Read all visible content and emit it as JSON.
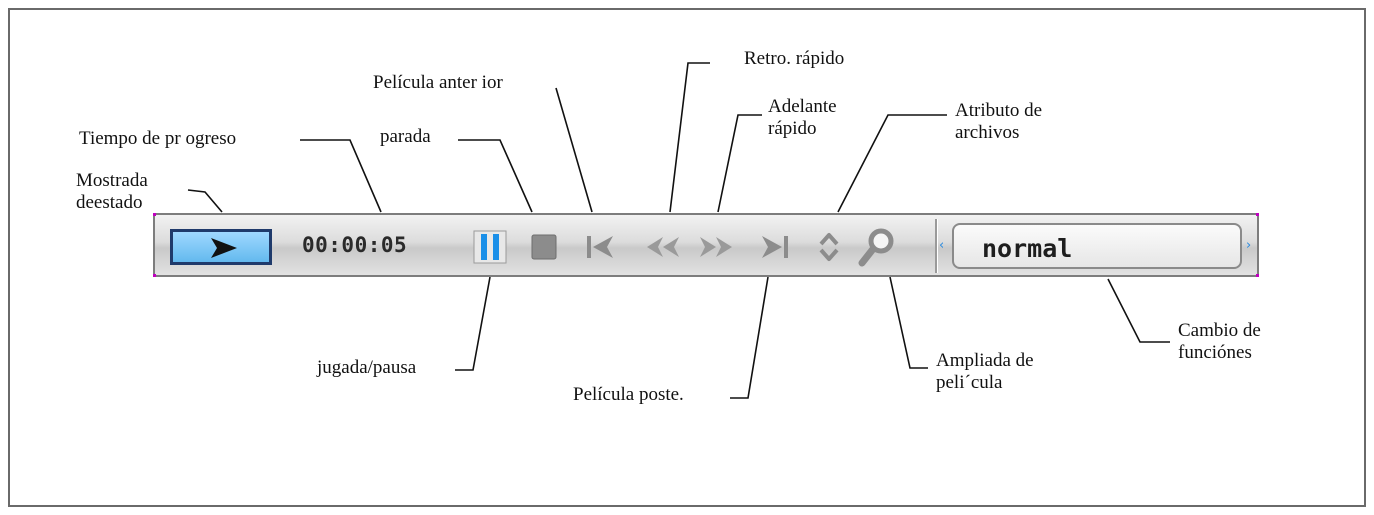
{
  "labels": {
    "mostrada_estado": "Mostrada\ndeestado",
    "tiempo_progreso": "Tiempo de pr ogreso",
    "parada": "parada",
    "pelicula_anterior": "Película anter ior",
    "retro_rapido": "Retro. rápido",
    "adelante_rapido": "Adelante\nrápido",
    "atributo_archivos": "Atributo de\narchivos",
    "jugada_pausa": "jugada/pausa",
    "pelicula_poste": "Película poste.",
    "ampliada_pelicula": "Ampliada de\npeli´cula",
    "cambio_funciones": "Cambio de\nfunciónes"
  },
  "player": {
    "time": "00:00:05",
    "mode": "normal",
    "colors": {
      "accent": "#1a8fe8",
      "status_fill": "#7cc8f4",
      "icon_gray": "#8c8c8c"
    },
    "icons": [
      "play-icon",
      "pause-icon",
      "stop-icon",
      "previous-icon",
      "rewind-icon",
      "fast-forward-icon",
      "next-icon",
      "sort-icon",
      "zoom-icon"
    ]
  }
}
